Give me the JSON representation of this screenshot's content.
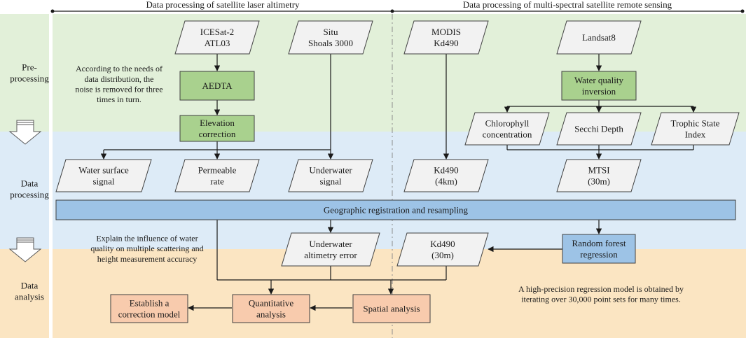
{
  "header": {
    "left_title": "Data processing of satellite laser altimetry",
    "right_title": "Data processing of multi-spectral satellite remote sensing"
  },
  "stages": {
    "pre": [
      "Pre-",
      "processing"
    ],
    "data": [
      "Data",
      "processing"
    ],
    "analysis": [
      "Data",
      "analysis"
    ]
  },
  "nodes": {
    "icesat": [
      "ICESat-2",
      "ATL03"
    ],
    "situ": [
      "Situ",
      "Shoals 3000"
    ],
    "modis": [
      "MODIS",
      "Kd490"
    ],
    "landsat": [
      "Landsat8"
    ],
    "aedta": [
      "AEDTA"
    ],
    "elevation": [
      "Elevation",
      "correction"
    ],
    "wq_inversion": [
      "Water quality",
      "inversion"
    ],
    "chlorophyll": [
      "Chlorophyll",
      "concentration"
    ],
    "secchi": [
      "Secchi Depth"
    ],
    "tsi": [
      "Trophic State",
      "Index"
    ],
    "water_surface": [
      "Water surface",
      "signal"
    ],
    "permeable": [
      "Permeable",
      "rate"
    ],
    "underwater": [
      "Underwater",
      "signal"
    ],
    "kd490_4km": [
      "Kd490",
      "(4km)"
    ],
    "mtsi": [
      "MTSI",
      "(30m)"
    ],
    "georeg": [
      "Geographic registration and resampling"
    ],
    "underwater_error": [
      "Underwater",
      "altimetry error"
    ],
    "kd490_30m": [
      "Kd490",
      "(30m)"
    ],
    "random_forest": [
      "Random forest",
      "regression"
    ],
    "establish": [
      "Establish a",
      "correction model"
    ],
    "quantitative": [
      "Quantitative",
      "analysis"
    ],
    "spatial": [
      "Spatial analysis"
    ]
  },
  "notes": {
    "noise": [
      "According to the needs of",
      "data distribution, the",
      "noise is removed for three",
      "times in turn."
    ],
    "influence": [
      "Explain the influence of water",
      "quality on multiple scattering and",
      "height measurement accuracy"
    ],
    "regression": [
      "A high-precision regression model is obtained by",
      "iterating over 30,000 point sets for many times."
    ]
  },
  "colors": {
    "pre_band": "#e2f0d9",
    "data_band": "#ddebf7",
    "analysis_band": "#fbe5c2",
    "green_box": "#a9d18e",
    "blue_box": "#9dc3e6",
    "orange_box": "#f8cbad",
    "parallelogram": "#f2f2f2"
  }
}
